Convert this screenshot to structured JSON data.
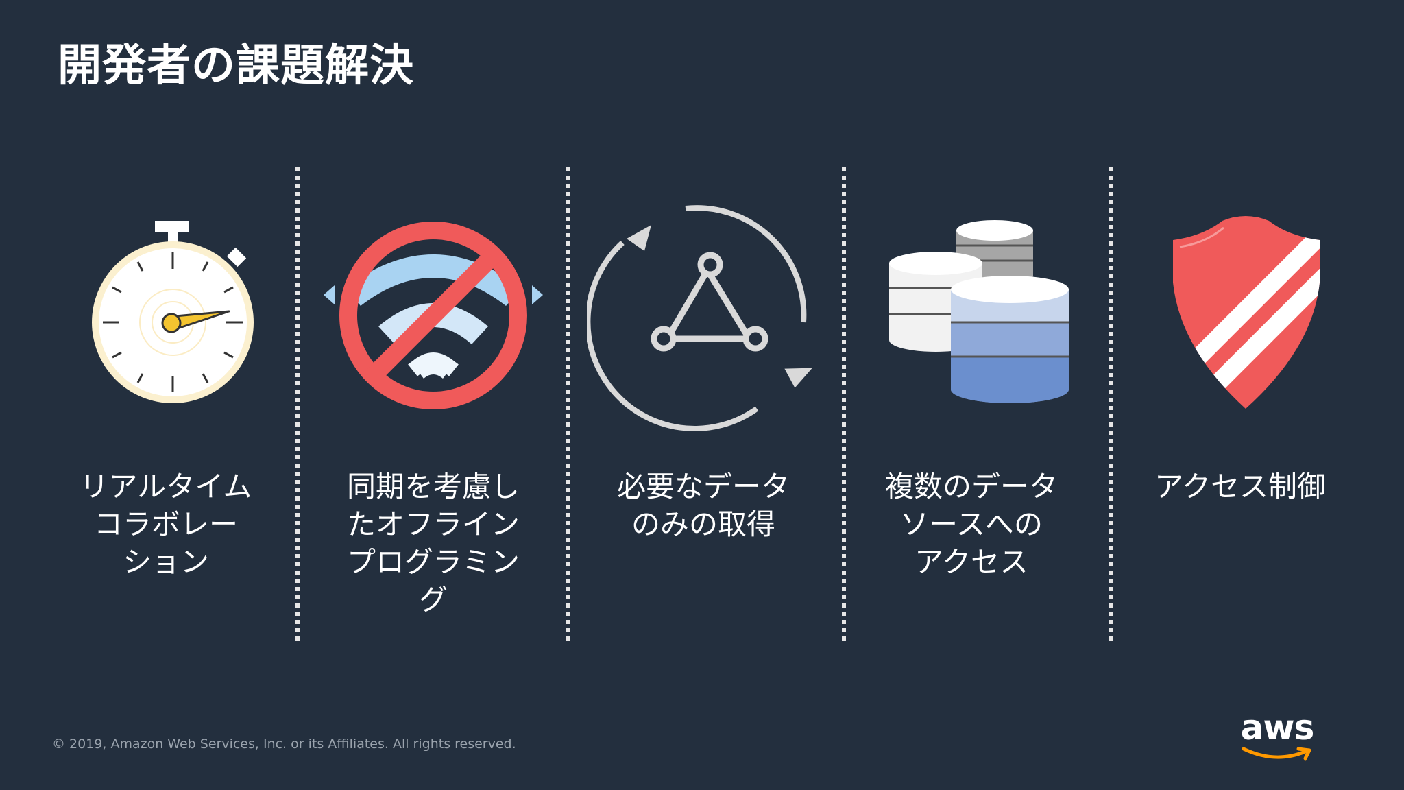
{
  "slide": {
    "title": "開発者の課題解決",
    "columns": [
      {
        "icon": "stopwatch-icon",
        "label": "リアルタイム\nコラボレー\nション"
      },
      {
        "icon": "no-wifi-icon",
        "label": "同期を考慮し\nたオフライン\nプログラミン\nグ"
      },
      {
        "icon": "graph-sync-icon",
        "label": "必要なデータ\nのみの取得"
      },
      {
        "icon": "database-stack-icon",
        "label": "複数のデータ\nソースへの\nアクセス"
      },
      {
        "icon": "shield-icon",
        "label": "アクセス制御"
      }
    ],
    "copyright": "© 2019, Amazon Web Services, Inc. or its Affiliates. All rights reserved.",
    "logo_text": "aws",
    "colors": {
      "background": "#232f3e",
      "accent_red": "#f05a5a",
      "aws_orange": "#ff9900"
    }
  }
}
